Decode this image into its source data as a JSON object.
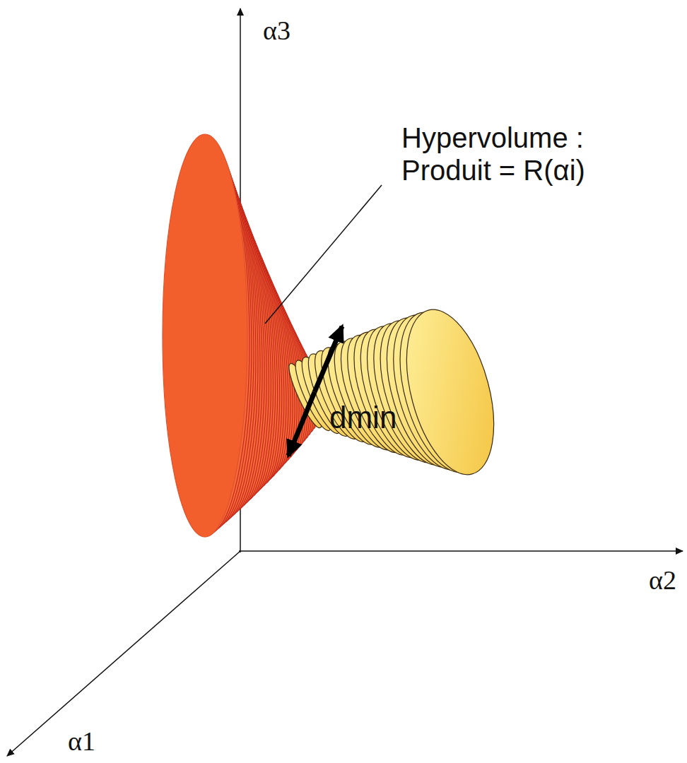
{
  "diagram": {
    "labels": [
      "α3",
      "Hypervolume : Produit = R(αi)",
      "dmin",
      "α2",
      "α1"
    ]
  }
}
